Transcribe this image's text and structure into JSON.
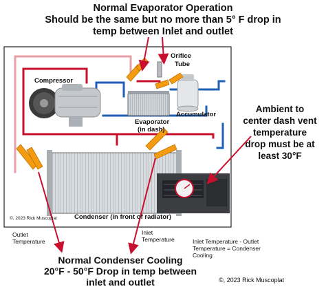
{
  "header": {
    "line1": "Normal Evaporator Operation",
    "line2": "Should be the same but no more than 5° F drop in",
    "line3": "temp between Inlet and outlet"
  },
  "components": {
    "compressor": "Compressor",
    "orifice_line1": "Orifice",
    "orifice_line2": "Tube",
    "evaporator_line1": "Evaporator",
    "evaporator_line2": "(in dash)",
    "accumulator": "Accumulator",
    "condenser": "Condenser (in front of radiator)"
  },
  "ambient": {
    "line1": "Ambient to",
    "line2": "center dash vent",
    "line3": "temperature",
    "line4": "drop must be at",
    "line5": "least 30°F"
  },
  "annotations": {
    "outlet_line1": "Outlet",
    "outlet_line2": "Temperature",
    "inlet_line1": "Inlet",
    "inlet_line2": "Temperature",
    "formula_line1": "Inlet Temperature - Outlet",
    "formula_line2": "Temperature = Condenser",
    "formula_line3": "Cooling",
    "inner_copyright": "©, 2023 Rick Muscoplat",
    "bottom_copyright": "©, 2023 Rick Muscoplat"
  },
  "footer": {
    "line1": "Normal Condenser Cooling",
    "line2": "20°F - 50°F Drop in temp between",
    "line3": "inlet and outlet"
  },
  "colors": {
    "arrow": "#c8102e",
    "hot_line": "#c8102e",
    "cold_line": "#1f5fb4",
    "clamp": "#f39c12",
    "frame": "#222222"
  },
  "icons": [
    "compressor-icon",
    "evaporator-icon",
    "accumulator-icon",
    "orifice-tube-icon",
    "condenser-icon",
    "dash-vent-thermometer-icon",
    "clamp-icon"
  ]
}
